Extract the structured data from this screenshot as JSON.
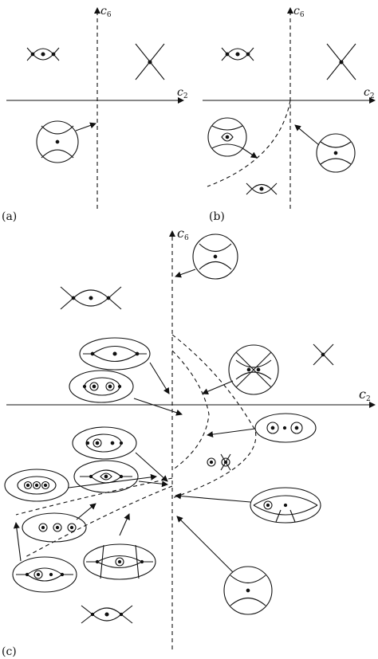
{
  "panels": [
    {
      "id": "a",
      "label": "(a)"
    },
    {
      "id": "b",
      "label": "(b)"
    },
    {
      "id": "c",
      "label": "(c)"
    }
  ],
  "axes": {
    "vertical": {
      "base": "c",
      "sub": "6"
    },
    "horizontal": {
      "base": "c",
      "sub": "2"
    }
  },
  "colors": {
    "ink": "#111111",
    "background": "#ffffff"
  }
}
